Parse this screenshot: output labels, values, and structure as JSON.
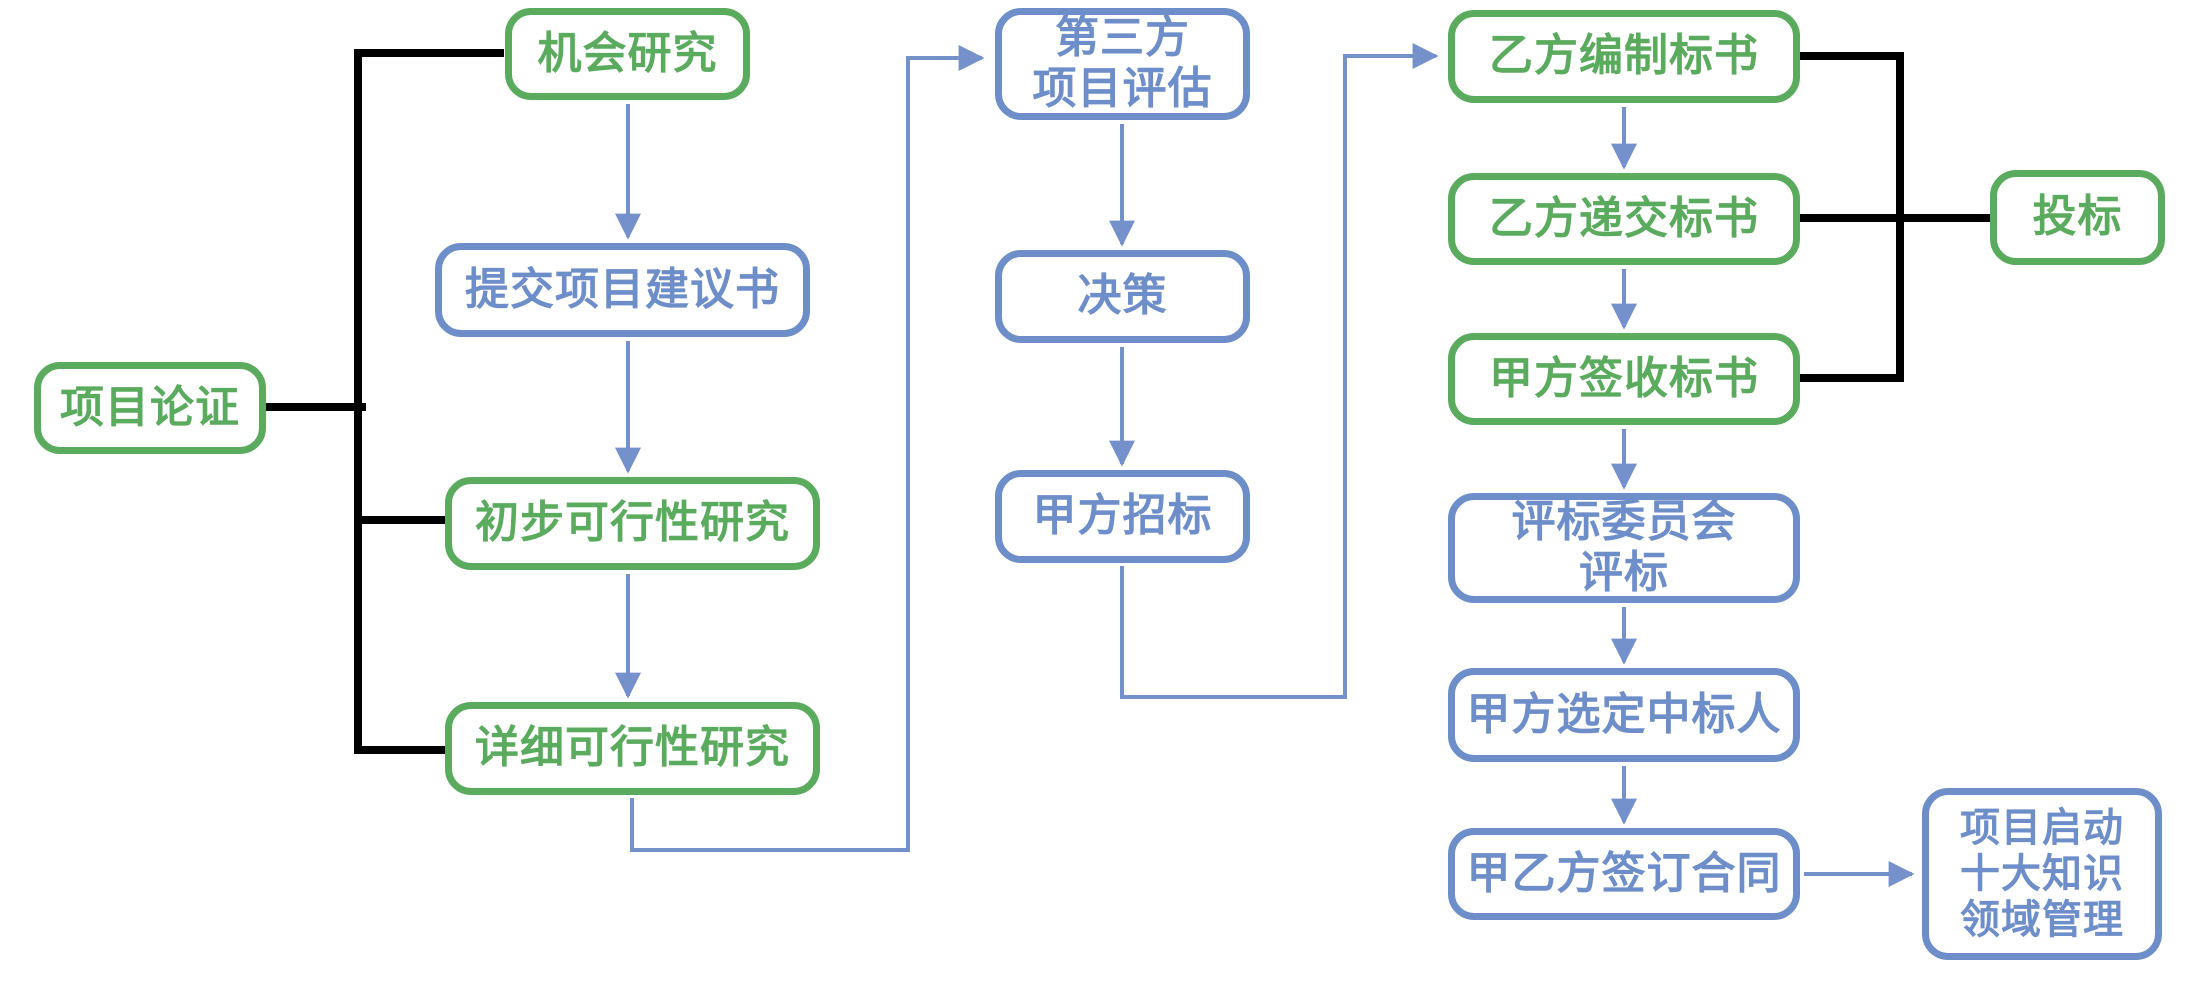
{
  "diagram": {
    "type": "flowchart",
    "colors": {
      "green": "#5bab5e",
      "blue": "#6d8ec8",
      "arrow": "#7591cb",
      "black": "#000000",
      "background": "#ffffff"
    },
    "nodes": [
      {
        "id": "project-demonstration",
        "label": "项目论证",
        "color": "green"
      },
      {
        "id": "opportunity-study",
        "label": "机会研究",
        "color": "green"
      },
      {
        "id": "submit-project-proposal",
        "label": "提交项目建议书",
        "color": "blue"
      },
      {
        "id": "preliminary-feasibility-study",
        "label": "初步可行性研究",
        "color": "green"
      },
      {
        "id": "detailed-feasibility-study",
        "label": "详细可行性研究",
        "color": "green"
      },
      {
        "id": "third-party-project-evaluation",
        "label": "第三方\n项目评估",
        "color": "blue"
      },
      {
        "id": "decision",
        "label": "决策",
        "color": "blue"
      },
      {
        "id": "owner-tendering",
        "label": "甲方招标",
        "color": "blue"
      },
      {
        "id": "bidder-prepare-bid",
        "label": "乙方编制标书",
        "color": "green"
      },
      {
        "id": "bidder-submit-bid",
        "label": "乙方递交标书",
        "color": "green"
      },
      {
        "id": "owner-receive-bid",
        "label": "甲方签收标书",
        "color": "green"
      },
      {
        "id": "bid-evaluation-committee",
        "label": "评标委员会\n评标",
        "color": "blue"
      },
      {
        "id": "owner-select-winner",
        "label": "甲方选定中标人",
        "color": "blue"
      },
      {
        "id": "sign-contract",
        "label": "甲乙方签订合同",
        "color": "blue"
      },
      {
        "id": "bidding",
        "label": "投标",
        "color": "green"
      },
      {
        "id": "project-kickoff-knowledge-areas",
        "label": "项目启动\n十大知识\n领域管理",
        "color": "blue"
      }
    ],
    "edges": [
      {
        "from": "project-demonstration",
        "to": "opportunity-study",
        "style": "black-bracket"
      },
      {
        "from": "project-demonstration",
        "to": "preliminary-feasibility-study",
        "style": "black-bracket"
      },
      {
        "from": "project-demonstration",
        "to": "detailed-feasibility-study",
        "style": "black-bracket"
      },
      {
        "from": "opportunity-study",
        "to": "submit-project-proposal",
        "style": "blue-arrow"
      },
      {
        "from": "submit-project-proposal",
        "to": "preliminary-feasibility-study",
        "style": "blue-arrow"
      },
      {
        "from": "preliminary-feasibility-study",
        "to": "detailed-feasibility-study",
        "style": "blue-arrow"
      },
      {
        "from": "detailed-feasibility-study",
        "to": "third-party-project-evaluation",
        "style": "blue-arrow-elbow"
      },
      {
        "from": "third-party-project-evaluation",
        "to": "decision",
        "style": "blue-arrow"
      },
      {
        "from": "decision",
        "to": "owner-tendering",
        "style": "blue-arrow"
      },
      {
        "from": "owner-tendering",
        "to": "bidder-prepare-bid",
        "style": "blue-arrow-elbow"
      },
      {
        "from": "bidder-prepare-bid",
        "to": "bidder-submit-bid",
        "style": "blue-arrow"
      },
      {
        "from": "bidder-submit-bid",
        "to": "owner-receive-bid",
        "style": "blue-arrow"
      },
      {
        "from": "owner-receive-bid",
        "to": "bid-evaluation-committee",
        "style": "blue-arrow"
      },
      {
        "from": "bid-evaluation-committee",
        "to": "owner-select-winner",
        "style": "blue-arrow"
      },
      {
        "from": "owner-select-winner",
        "to": "sign-contract",
        "style": "blue-arrow"
      },
      {
        "from": "bidding",
        "to": "bidder-prepare-bid",
        "style": "black-bracket"
      },
      {
        "from": "bidding",
        "to": "bidder-submit-bid",
        "style": "black-bracket"
      },
      {
        "from": "bidding",
        "to": "owner-receive-bid",
        "style": "black-bracket"
      },
      {
        "from": "sign-contract",
        "to": "project-kickoff-knowledge-areas",
        "style": "blue-arrow"
      }
    ]
  }
}
